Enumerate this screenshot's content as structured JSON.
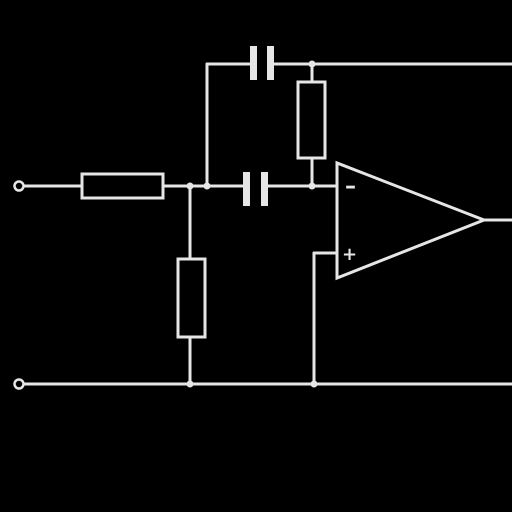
{
  "diagram": {
    "type": "op-amp active filter circuit schematic",
    "colors": {
      "background": "#000000",
      "line": "#e6e6e6"
    },
    "opamp": {
      "inverting_sign": "–",
      "noninverting_sign": "+"
    },
    "components": {
      "resistors": [
        "input-series-resistor",
        "shunt-resistor-to-ground",
        "feedback-resistor"
      ],
      "capacitors": [
        "series-capacitor",
        "feedback-capacitor"
      ]
    }
  }
}
